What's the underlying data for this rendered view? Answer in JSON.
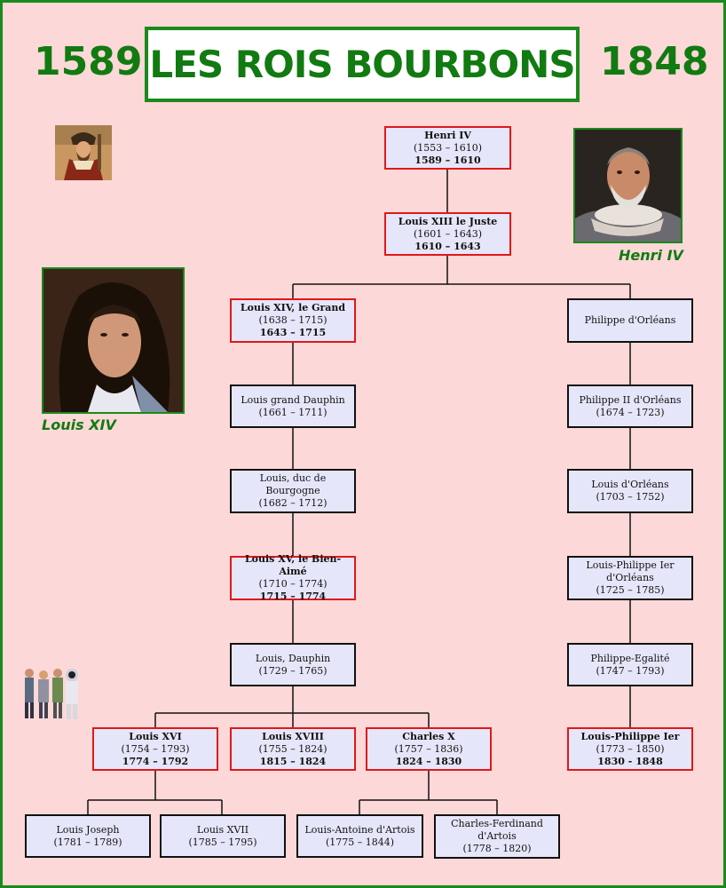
{
  "header": {
    "year_start": "1589",
    "title": "LES ROIS BOURBONS",
    "year_end": "1848"
  },
  "captions": {
    "henri": "Henri IV",
    "louis": "Louis XIV"
  },
  "tree": {
    "henri_iv": {
      "name": "Henri IV",
      "dates": "(1553 – 1610)",
      "reign": "1589 – 1610"
    },
    "louis_xiii": {
      "name": "Louis XIII le Juste",
      "dates": "(1601 – 1643)",
      "reign": "1610 – 1643"
    },
    "louis_xiv": {
      "name": "Louis XIV, le Grand",
      "dates": "(1638 – 1715)",
      "reign": "1643 – 1715"
    },
    "philippe_orleans": {
      "name": "Philippe d'Orléans"
    },
    "grand_dauphin": {
      "name": "Louis grand Dauphin",
      "dates": "(1661 – 1711)"
    },
    "philippe_ii": {
      "name": "Philippe II d'Orléans",
      "dates": "(1674 – 1723)"
    },
    "duc_bourgogne": {
      "name": "Louis, duc de Bourgogne",
      "dates": "(1682 – 1712)"
    },
    "louis_orleans": {
      "name": "Louis d'Orléans",
      "dates": "(1703 – 1752)"
    },
    "louis_xv": {
      "name": "Louis XV, le Bien-Aimé",
      "dates": "(1710 – 1774)",
      "reign": "1715 – 1774"
    },
    "lp_ier_orleans": {
      "name1": "Louis-Philippe Ier",
      "name2": "d'Orléans",
      "dates": "(1725 – 1785)"
    },
    "louis_dauphin": {
      "name": "Louis, Dauphin",
      "dates": "(1729 – 1765)"
    },
    "philippe_egalite": {
      "name": "Philippe-Egalité",
      "dates": "(1747 – 1793)"
    },
    "louis_xvi": {
      "name": "Louis XVI",
      "dates": "(1754 – 1793)",
      "reign": "1774 – 1792"
    },
    "louis_xviii": {
      "name": "Louis XVIII",
      "dates": "(1755 – 1824)",
      "reign": "1815 – 1824"
    },
    "charles_x": {
      "name": "Charles X",
      "dates": "(1757 – 1836)",
      "reign": "1824 – 1830"
    },
    "louis_philippe": {
      "name": "Louis-Philippe Ier",
      "dates": "(1773 – 1850)",
      "reign": "1830 - 1848"
    },
    "louis_joseph": {
      "name": "Louis Joseph",
      "dates": "(1781 – 1789)"
    },
    "louis_xvii": {
      "name": "Louis XVII",
      "dates": "(1785 – 1795)"
    },
    "louis_antoine": {
      "name": "Louis-Antoine d'Artois",
      "dates": "(1775 – 1844)"
    },
    "charles_ferdinand": {
      "name1": "Charles-Ferdinand",
      "name2": "d'Artois",
      "dates": "(1778 – 1820)"
    }
  },
  "colors": {
    "background": "#fdd8d8",
    "accent_green": "#117a11",
    "king_border": "#e01818",
    "node_fill": "#e6e6fa"
  }
}
